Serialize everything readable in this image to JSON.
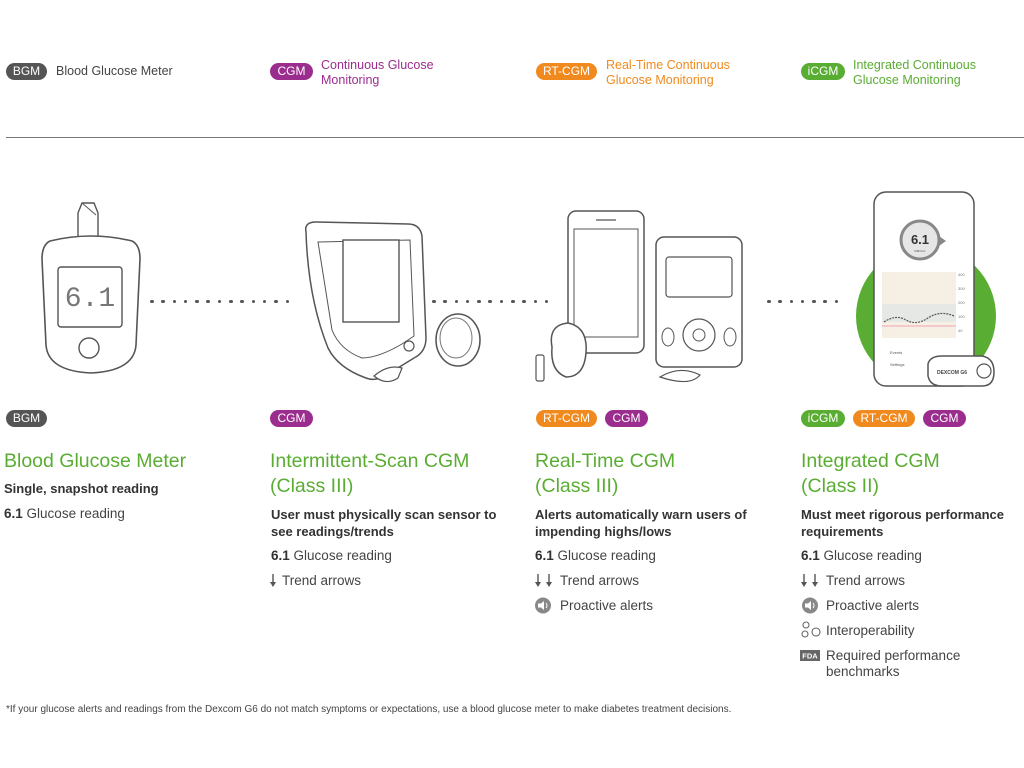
{
  "legend": [
    {
      "badge": "BGM",
      "text": "Blood Glucose Meter",
      "color": "#555555"
    },
    {
      "badge": "CGM",
      "text_line1": "Continuous Glucose",
      "text_line2": "Monitoring",
      "color": "#9b2d8e"
    },
    {
      "badge": "RT-CGM",
      "text_line1": "Real-Time Continuous",
      "text_line2": "Glucose Monitoring",
      "color": "#f08a1e"
    },
    {
      "badge": "iCGM",
      "text_line1": "Integrated Continuous",
      "text_line2": "Glucose Monitoring",
      "color": "#5aad33"
    }
  ],
  "columns": [
    {
      "badges": [
        "BGM"
      ],
      "title_line1": "Blood Glucose Meter",
      "subtitle": "Single, snapshot reading",
      "features": [
        {
          "value": "6.1",
          "label": "Glucose reading"
        }
      ]
    },
    {
      "badges": [
        "CGM"
      ],
      "title_line1": "Intermittent-Scan CGM",
      "title_line2": "(Class III)",
      "subtitle_line1": "User must physically scan sensor to",
      "subtitle_line2": "see readings/trends",
      "features": [
        {
          "value": "6.1",
          "label": "Glucose reading"
        },
        {
          "label": "Trend arrows"
        }
      ]
    },
    {
      "badges": [
        "RT-CGM",
        "CGM"
      ],
      "title_line1": "Real-Time CGM",
      "title_line2": "(Class III)",
      "subtitle_line1": "Alerts automatically warn users of",
      "subtitle_line2": "impending highs/lows",
      "features": [
        {
          "value": "6.1",
          "label": "Glucose reading"
        },
        {
          "label": "Trend arrows"
        },
        {
          "label": "Proactive alerts"
        }
      ]
    },
    {
      "badges": [
        "iCGM",
        "RT-CGM",
        "CGM"
      ],
      "title_line1": "Integrated CGM",
      "title_line2": "(Class II)",
      "subtitle_line1": "Must meet rigorous performance",
      "subtitle_line2": "requirements",
      "features": [
        {
          "value": "6.1",
          "label": "Glucose reading"
        },
        {
          "label": "Trend arrows"
        },
        {
          "label": "Proactive alerts"
        },
        {
          "label": "Interoperability"
        },
        {
          "label_line1": "Required performance",
          "label_line2": "benchmarks",
          "icon_text": "FDA"
        }
      ]
    }
  ],
  "device_display": {
    "meter_reading": "6.1",
    "phone_reading": "6.1",
    "phone_unit": "MMOL/L",
    "transmitter_label": "DEXCOM G6",
    "phone_events": "Events",
    "phone_settings": "Settings",
    "chart_ticks": [
      "400",
      "300",
      "200",
      "100",
      "40"
    ]
  },
  "footnote": "*If your glucose alerts and readings from the Dexcom G6 do not match symptoms or expectations, use a blood glucose meter to make diabetes treatment decisions.",
  "colors": {
    "bgm": "#555555",
    "cgm": "#9b2d8e",
    "rtcgm": "#f08a1e",
    "icgm": "#5aad33",
    "title_green": "#5aad33"
  }
}
